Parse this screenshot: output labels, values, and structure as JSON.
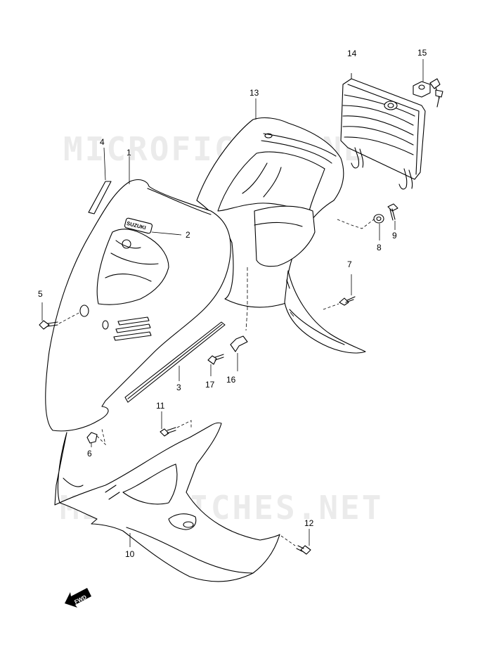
{
  "watermark": "MICROFICHES.NET",
  "brand_badge": "SUZUKI",
  "direction_marker": "FWD",
  "callouts": [
    {
      "id": "c1",
      "label": "1"
    },
    {
      "id": "c2",
      "label": "2"
    },
    {
      "id": "c3",
      "label": "3"
    },
    {
      "id": "c4",
      "label": "4"
    },
    {
      "id": "c5",
      "label": "5"
    },
    {
      "id": "c6",
      "label": "6"
    },
    {
      "id": "c7",
      "label": "7"
    },
    {
      "id": "c8",
      "label": "8"
    },
    {
      "id": "c9",
      "label": "9"
    },
    {
      "id": "c10",
      "label": "10"
    },
    {
      "id": "c11",
      "label": "11"
    },
    {
      "id": "c12",
      "label": "12"
    },
    {
      "id": "c13",
      "label": "13"
    },
    {
      "id": "c14",
      "label": "14"
    },
    {
      "id": "c15",
      "label": "15"
    },
    {
      "id": "c16",
      "label": "16"
    },
    {
      "id": "c17",
      "label": "17"
    }
  ]
}
